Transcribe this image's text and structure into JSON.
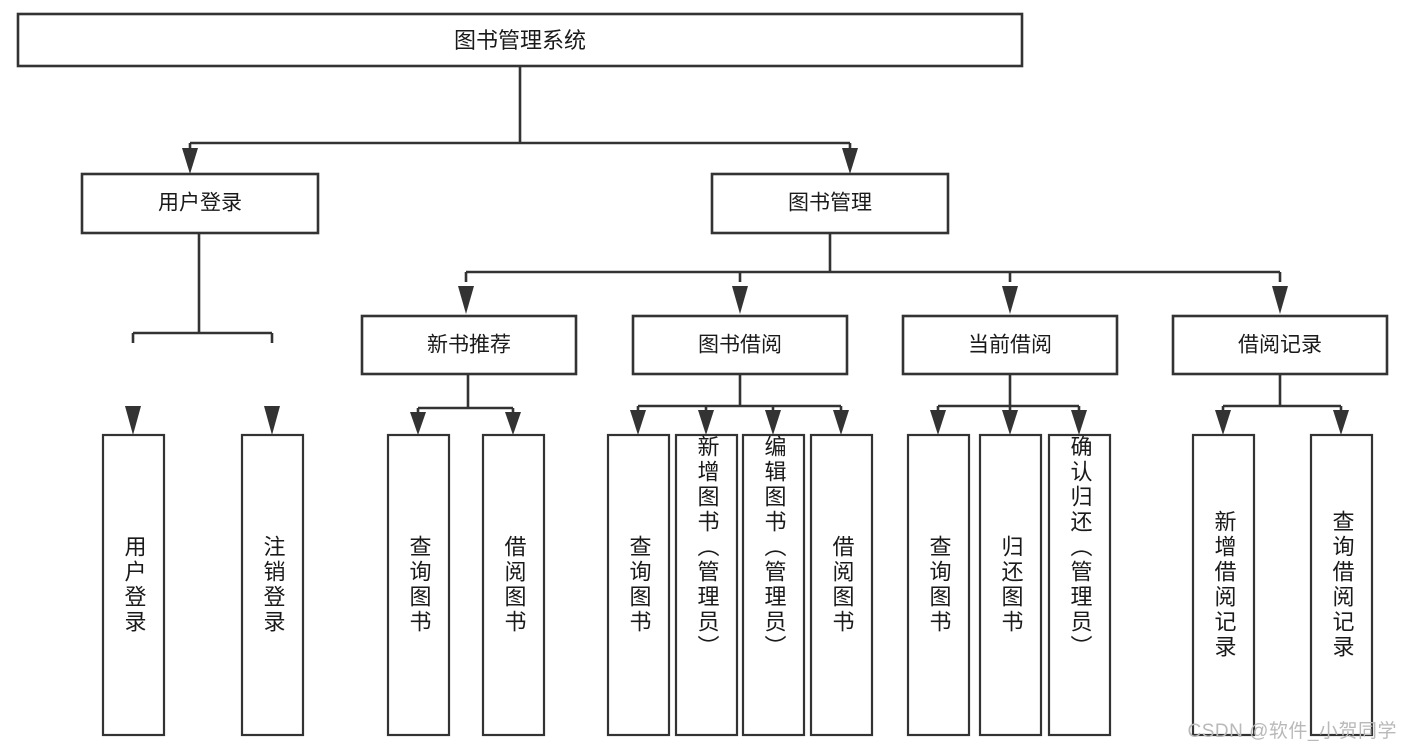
{
  "diagram": {
    "type": "hierarchy-tree",
    "title_node": {
      "label": "图书管理系统"
    },
    "level2": [
      {
        "id": "user-login",
        "label": "用户登录"
      },
      {
        "id": "book-manage",
        "label": "图书管理"
      }
    ],
    "level3": [
      {
        "id": "new-book-recommend",
        "label": "新书推荐"
      },
      {
        "id": "book-borrow",
        "label": "图书借阅"
      },
      {
        "id": "current-borrow",
        "label": "当前借阅"
      },
      {
        "id": "borrow-record",
        "label": "借阅记录"
      }
    ],
    "leaves": [
      {
        "id": "leaf-user-login",
        "label": "用户登录",
        "parent": "user-login"
      },
      {
        "id": "leaf-logout-login",
        "label": "注销登录",
        "parent": "user-login"
      },
      {
        "id": "leaf-query-book-1",
        "label": "查询图书",
        "parent": "new-book-recommend"
      },
      {
        "id": "leaf-borrow-book-1",
        "label": "借阅图书",
        "parent": "new-book-recommend"
      },
      {
        "id": "leaf-query-book-2",
        "label": "查询图书",
        "parent": "book-borrow"
      },
      {
        "id": "leaf-add-book",
        "label": "新增图书（管理员）",
        "parent": "book-borrow"
      },
      {
        "id": "leaf-edit-book",
        "label": "编辑图书（管理员）",
        "parent": "book-borrow"
      },
      {
        "id": "leaf-borrow-book-2",
        "label": "借阅图书",
        "parent": "book-borrow"
      },
      {
        "id": "leaf-query-book-3",
        "label": "查询图书",
        "parent": "current-borrow"
      },
      {
        "id": "leaf-return-book",
        "label": "归还图书",
        "parent": "current-borrow"
      },
      {
        "id": "leaf-confirm-return",
        "label": "确认归还（管理员）",
        "parent": "current-borrow"
      },
      {
        "id": "leaf-add-record",
        "label": "新增借阅记录",
        "parent": "borrow-record"
      },
      {
        "id": "leaf-query-record",
        "label": "查询借阅记录",
        "parent": "borrow-record"
      }
    ],
    "colors": {
      "stroke": "#333333",
      "fill": "#ffffff",
      "text": "#1a1a1a",
      "watermark": "#b9b9b9"
    }
  },
  "watermark": {
    "text": "CSDN @软件_小贺同学"
  }
}
